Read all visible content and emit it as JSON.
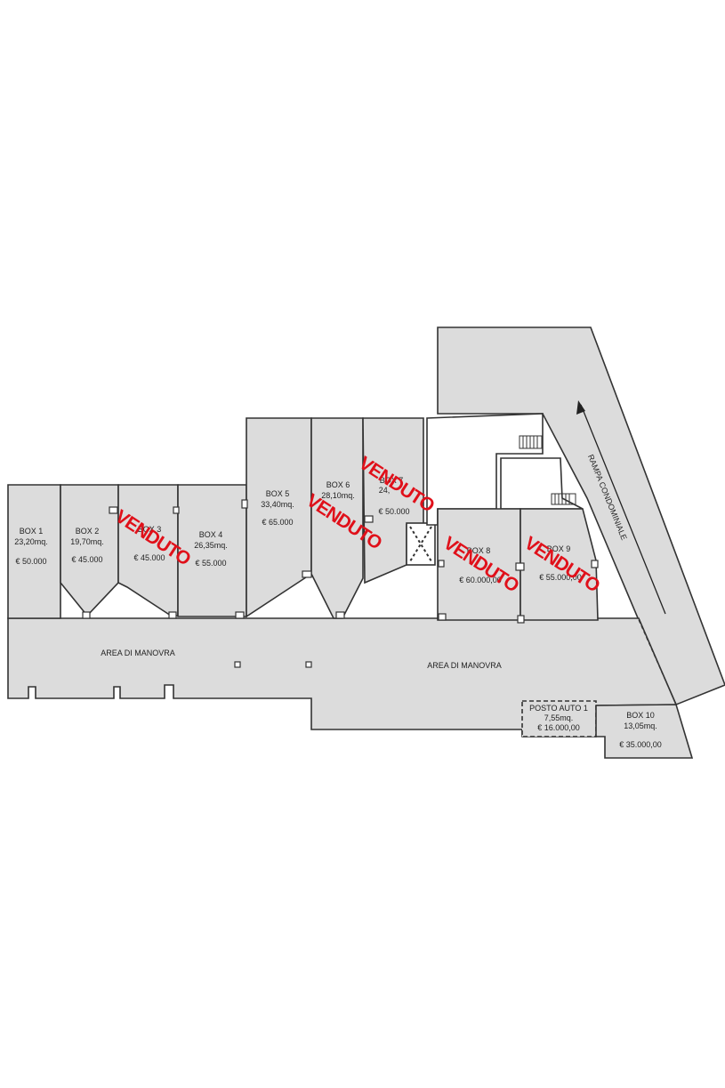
{
  "units": [
    {
      "name": "BOX 1",
      "area": "23,20mq.",
      "price": "€ 50.000",
      "sold": false
    },
    {
      "name": "BOX 2",
      "area": "19,70mq.",
      "price": "€ 45.000",
      "sold": false
    },
    {
      "name": "BOX 3",
      "area": "",
      "price": "€ 45.000",
      "sold": true
    },
    {
      "name": "BOX 4",
      "area": "26,35mq.",
      "price": "€ 55.000",
      "sold": false
    },
    {
      "name": "BOX 5",
      "area": "33,40mq.",
      "price": "€ 65.000",
      "sold": false
    },
    {
      "name": "BOX 6",
      "area": "28,10mq.",
      "price": "",
      "sold": true
    },
    {
      "name": "BOX 7",
      "area": "24,",
      "price": "€ 50.000",
      "sold": true
    },
    {
      "name": "BOX 8",
      "area": "",
      "price": "€ 60.000,00",
      "sold": true
    },
    {
      "name": "BOX 9",
      "area": "",
      "price": "€ 55.000,00",
      "sold": true
    },
    {
      "name": "BOX 10",
      "area": "13,05mq.",
      "price": "€ 35.000,00",
      "sold": false
    }
  ],
  "posto_auto": {
    "name": "POSTO AUTO 1",
    "area": "7,55mq.",
    "price": "€ 16.000,00"
  },
  "areas": {
    "manovra_left": "AREA DI MANOVRA",
    "manovra_right": "AREA DI MANOVRA",
    "ramp": "RAMPA CONDOMINIALE"
  },
  "sold_label": "VENDUTO",
  "colors": {
    "sold": "#e0101a",
    "floor": "#dcdcdc"
  }
}
